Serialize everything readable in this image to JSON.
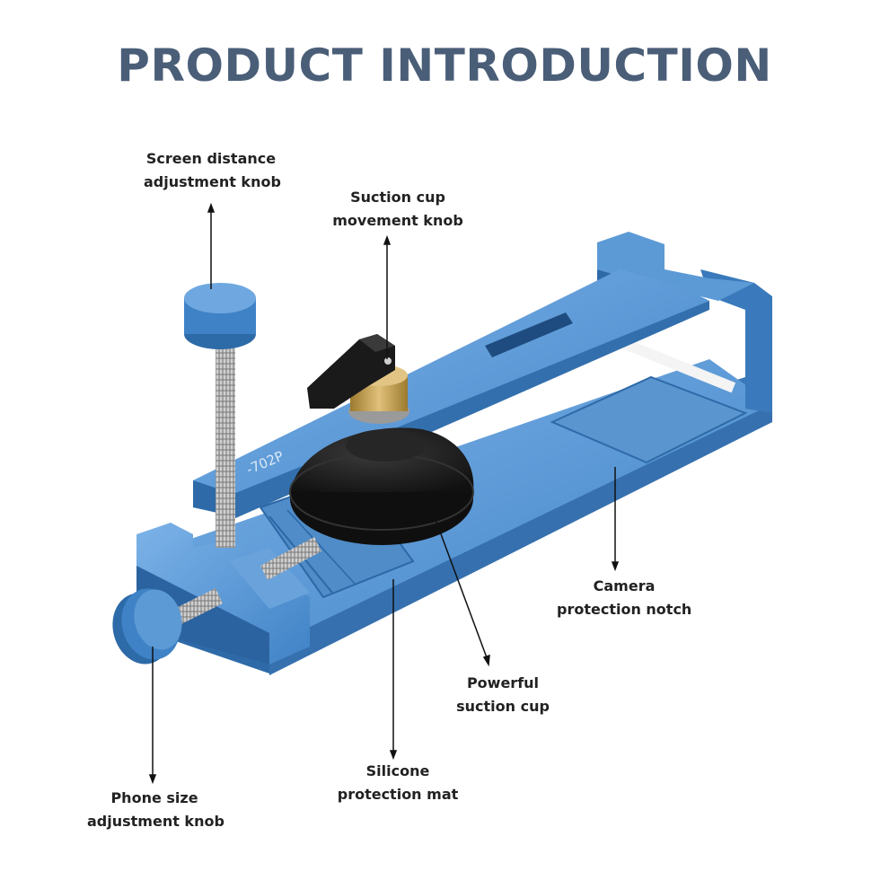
{
  "title": "PRODUCT INTRODUCTION",
  "product": {
    "model_marking": "-702P"
  },
  "callouts": {
    "screen_distance_knob": {
      "line1": "Screen distance",
      "line2": "adjustment knob"
    },
    "suction_cup_knob": {
      "line1": "Suction cup",
      "line2": "movement knob"
    },
    "camera_notch": {
      "line1": "Camera",
      "line2": "protection notch"
    },
    "suction_cup": {
      "line1": "Powerful",
      "line2": "suction cup"
    },
    "silicone_mat": {
      "line1": "Silicone",
      "line2": "protection mat"
    },
    "phone_size_knob": {
      "line1": "Phone size",
      "line2": "adjustment knob"
    }
  },
  "colors": {
    "title": "#4a5e78",
    "metal_blue": "#3f82c6",
    "metal_blue_light": "#6fa8e0",
    "metal_blue_dark": "#2b5f99",
    "rubber_black": "#1b1b1b",
    "brass": "#c9a04a",
    "steel": "#b8b8b8"
  }
}
